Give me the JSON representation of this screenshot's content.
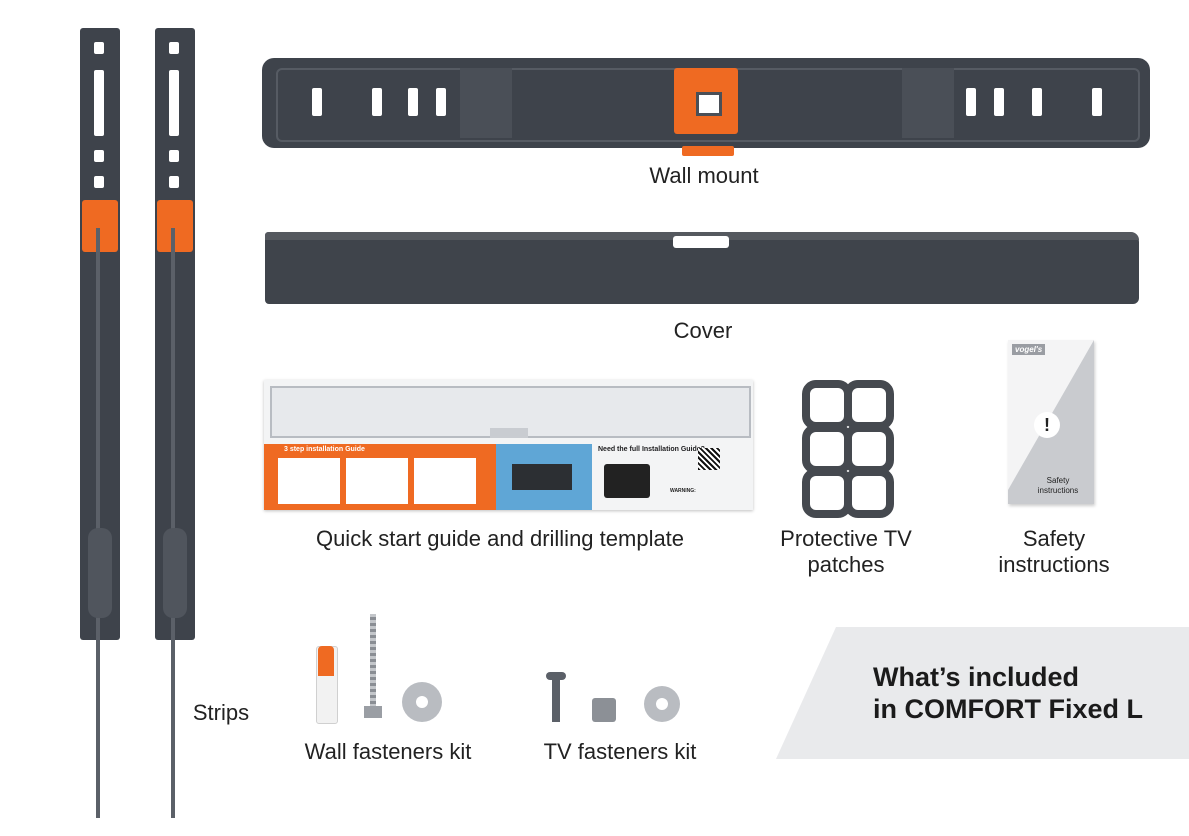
{
  "products": {
    "wall_mount": "Wall mount",
    "cover": "Cover",
    "quick_start": "Quick start guide and drilling template",
    "patches_line1": "Protective TV",
    "patches_line2": "patches",
    "safety_line1": "Safety",
    "safety_line2": "instructions",
    "strips": "Strips",
    "wall_fasteners": "Wall fasteners kit",
    "tv_fasteners": "TV fasteners kit"
  },
  "banner": {
    "line1": "What’s included",
    "line2": "in COMFORT Fixed L"
  },
  "guide": {
    "steps_title": "3 step installation Guide",
    "full_guide": "Need the full Installation Guide?",
    "warning": "WARNING:"
  },
  "booklet": {
    "brand": "vogel's",
    "text_line1": "Safety",
    "text_line2": "instructions"
  },
  "colors": {
    "brand_orange": "#ef6a22",
    "product_gray": "#3e434b",
    "banner_bg": "#e9eaec"
  },
  "icons": [
    "warning-icon",
    "qr-code-icon"
  ]
}
